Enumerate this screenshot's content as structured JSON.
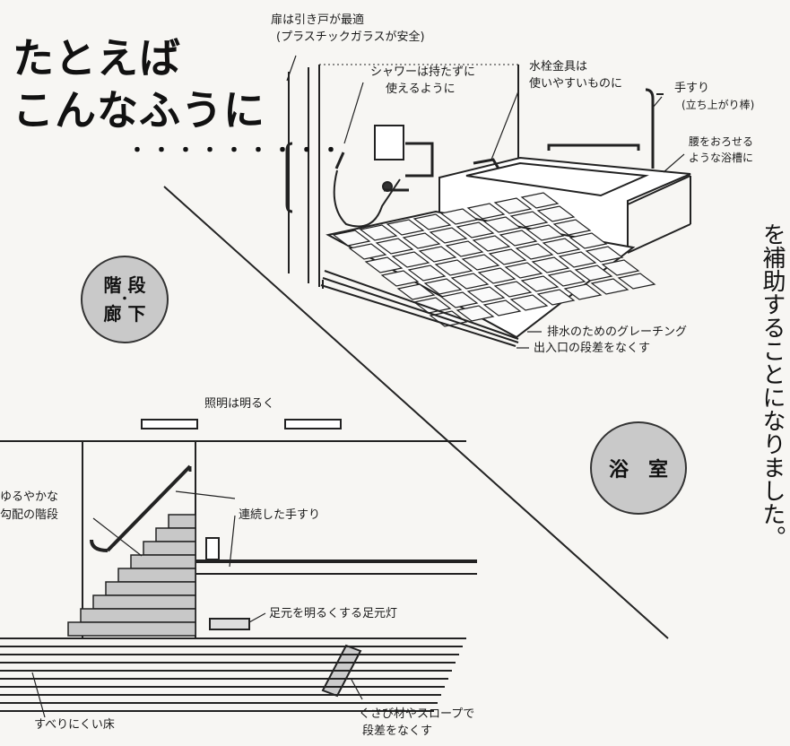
{
  "heading": {
    "line1": "たとえば",
    "line2": "こんなふうに",
    "dots": "・・・・・・・・・"
  },
  "badges": {
    "stairs_top": "階 段",
    "stairs_dot": "・",
    "stairs_bottom": "廊 下",
    "bath": "浴　室"
  },
  "bath_labels": {
    "door_line1": "扉は引き戸が最適",
    "door_line2": "(プラスチックガラスが安全)",
    "shower_line1": "シャワーは持たずに",
    "shower_line2": "使えるように",
    "faucet_line1": "水栓金具は",
    "faucet_line2": "使いやすいものに",
    "rail_line1": "手すり",
    "rail_line2": "(立ち上がり棒)",
    "tub_line1": "腰をおろせる",
    "tub_line2": "ような浴槽に",
    "grating": "排水のためのグレーチング",
    "entrance": "出入口の段差をなくす"
  },
  "stair_labels": {
    "lighting": "照明は明るく",
    "gentle_line1": "ゆるやかな",
    "gentle_line2": "勾配の階段",
    "continuous_rail": "連続した手すり",
    "footlight": "足元を明るくする足元灯",
    "floor": "すべりにくい床",
    "wedge_line1": "くさび材やスロープで",
    "wedge_line2": "段差をなくす"
  },
  "side_text": "を補助することになりました。"
}
